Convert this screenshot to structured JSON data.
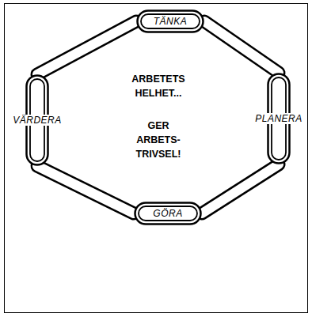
{
  "diagram": {
    "nodes": [
      {
        "text": [
          "TÄNKA"
        ]
      },
      {
        "text": [
          "VÄRDERA"
        ]
      },
      {
        "text": [
          "PLANERA"
        ]
      },
      {
        "text": [
          "GÖRA"
        ]
      }
    ],
    "edges": [
      {
        "from": 0,
        "to": 2,
        "arrow": "none"
      },
      {
        "from": 2,
        "to": 3,
        "arrow": "none"
      },
      {
        "from": 3,
        "to": 1,
        "arrow": "none"
      },
      {
        "from": 1,
        "to": 0,
        "arrow": "none"
      }
    ],
    "labels": [
      "ARBETETS HELHET...",
      "GER ARBETS- TRIVSEL!"
    ]
  }
}
